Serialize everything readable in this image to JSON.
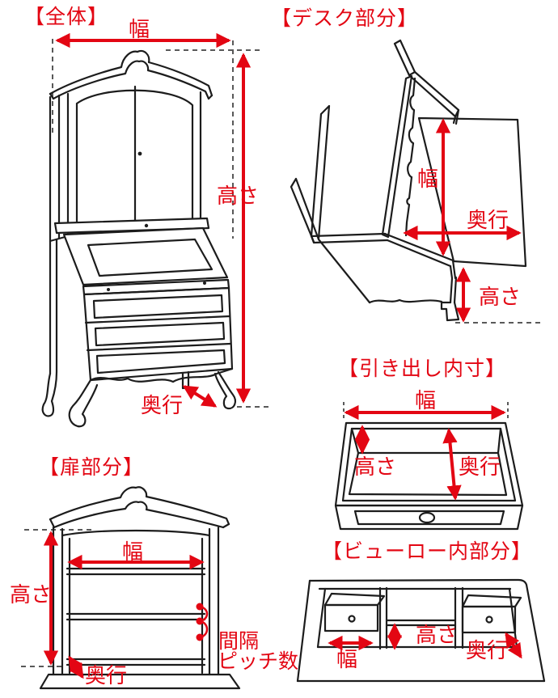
{
  "colors": {
    "accent_red": "#e30613",
    "line_black": "#1c1c1c",
    "guide_gray": "#595959",
    "background": "#ffffff"
  },
  "sections": {
    "overall": {
      "title": "【全体】",
      "labels": {
        "width": "幅",
        "height": "高さ",
        "depth": "奥行"
      }
    },
    "desk": {
      "title": "【デスク部分】",
      "labels": {
        "width": "幅",
        "depth": "奥行",
        "height": "高さ"
      }
    },
    "drawer_inner": {
      "title": "【引き出し内寸】",
      "labels": {
        "width": "幅",
        "height": "高さ",
        "depth": "奥行"
      }
    },
    "door": {
      "title": "【扉部分】",
      "labels": {
        "width": "幅",
        "height": "高さ",
        "depth": "奥行",
        "spacing": "間隔",
        "pitch_count": "ピッチ数"
      }
    },
    "bureau_inner": {
      "title": "【ビューロー内部分】",
      "labels": {
        "width": "幅",
        "height": "高さ",
        "depth": "奥行"
      }
    }
  }
}
